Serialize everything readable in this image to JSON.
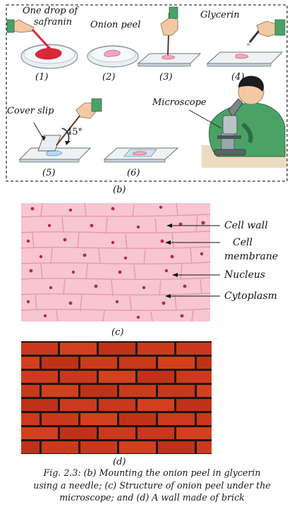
{
  "panel_b": {
    "labels": {
      "safranin": [
        "One drop of",
        "safranin"
      ],
      "onion_peel": "Onion peel",
      "glycerin": "Glycerin",
      "microscope": "Microscope",
      "cover_slip": "Cover slip",
      "angle": "45°"
    },
    "steps": [
      "(1)",
      "(2)",
      "(3)",
      "(4)",
      "(5)",
      "(6)"
    ],
    "letter": "(b)"
  },
  "panel_c": {
    "labels": [
      "Cell wall",
      "Cell",
      "membrane",
      "Nucleus",
      "Cytoplasm"
    ],
    "letter": "(c)"
  },
  "panel_d": {
    "letter": "(d)"
  },
  "caption": [
    "Fig. 2.3: (b) Mounting the onion peel in glycerin",
    "using a needle; (c) Structure of onion peel under the",
    "microscope; and (d) A wall made of  brick"
  ],
  "colors": {
    "safranin": "#d8283a",
    "onion_cells": "#f7c6cf",
    "cell_walls": "#e59aa9",
    "nucleus": "#b5284a",
    "brick": "#c9371c",
    "mortar": "#1c1410",
    "shirt": "#4aa267"
  }
}
